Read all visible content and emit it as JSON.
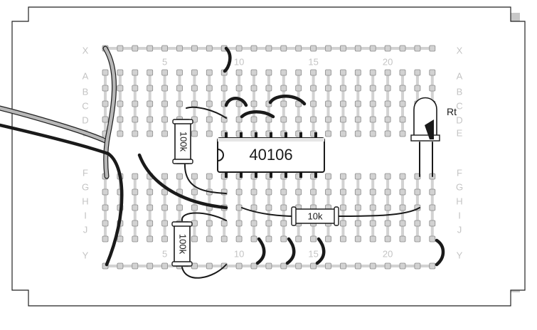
{
  "row_labels_top": [
    "X",
    "A",
    "B",
    "C",
    "D",
    "E"
  ],
  "row_labels_bottom": [
    "F",
    "G",
    "H",
    "I",
    "J",
    "Y"
  ],
  "column_numbers": [
    "5",
    "10",
    "15",
    "20"
  ],
  "components": {
    "ic": {
      "label": "40106"
    },
    "resistor_upper": {
      "label": "100k"
    },
    "resistor_lower": {
      "label": "100k"
    },
    "resistor_right": {
      "label": "10k"
    },
    "thermistor": {
      "label": "Rt"
    }
  },
  "colors": {
    "board_shadow": "#c8c8c8",
    "board": "#ffffff",
    "strip": "#d2d2d2",
    "hole": "#d2d2d2",
    "hole_stroke": "#8a8a8a",
    "label": "#c4c4c4",
    "wire": "#1a1a1a",
    "wire_grey": "#b4b4b4"
  }
}
